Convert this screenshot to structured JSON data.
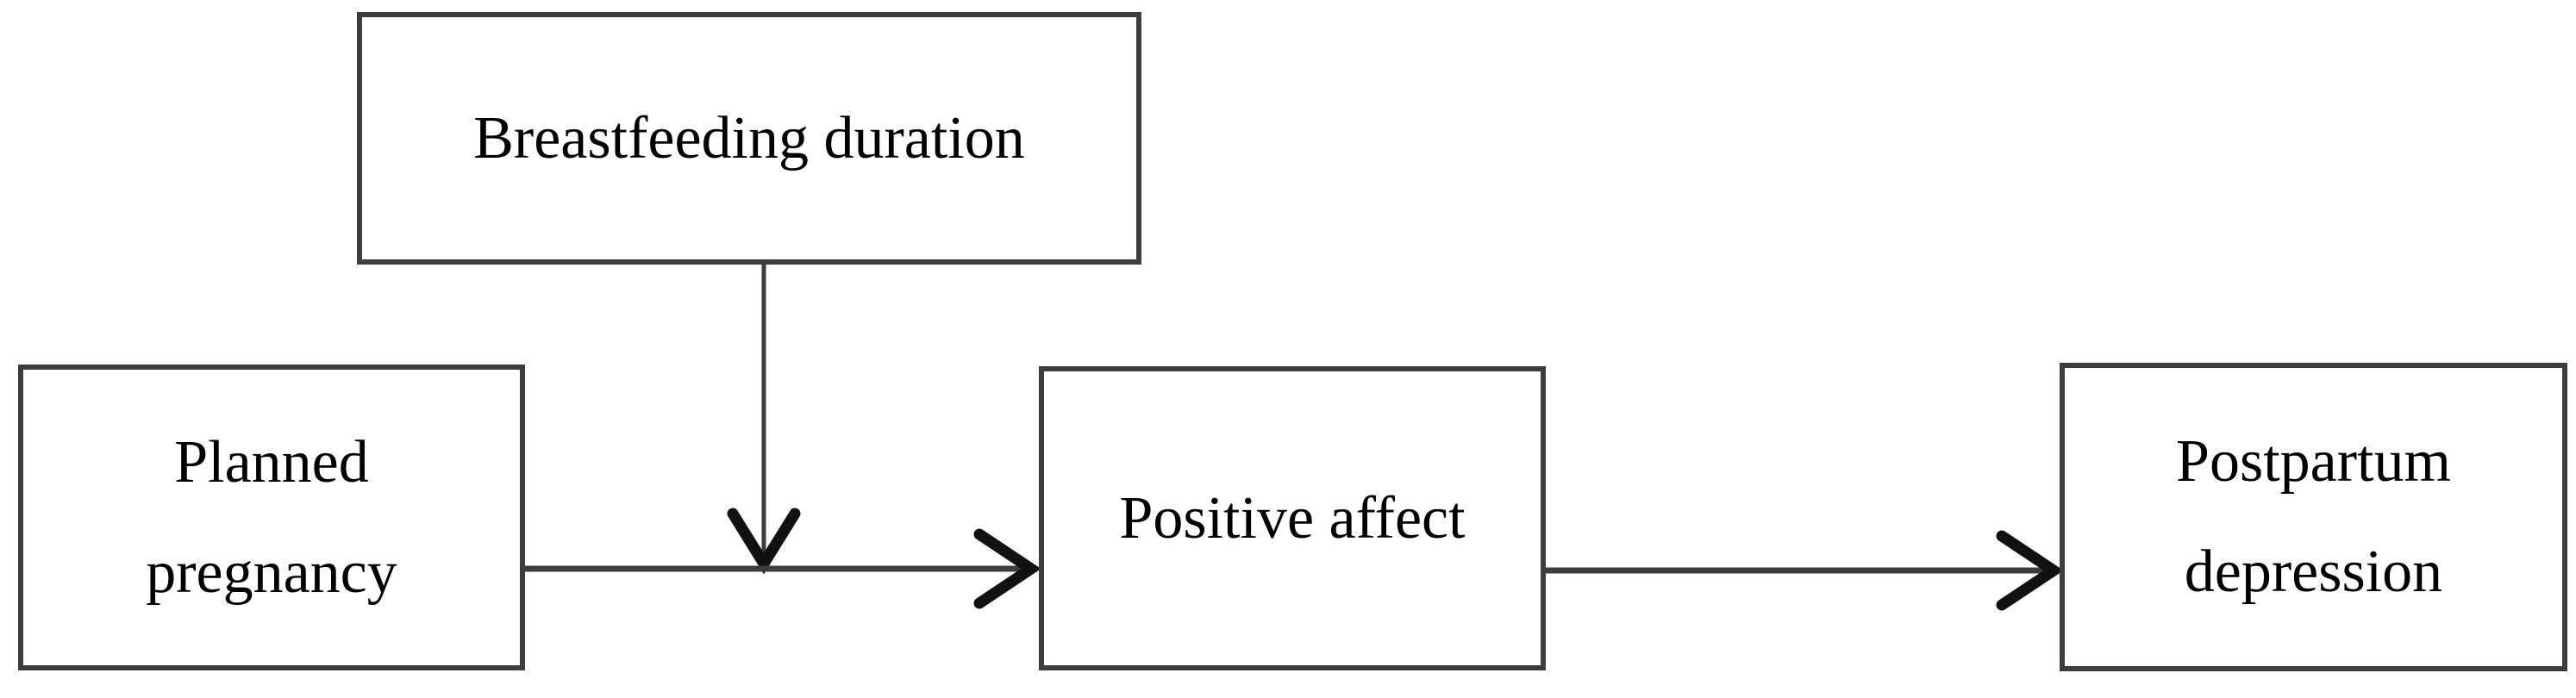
{
  "diagram": {
    "background_color": "#ffffff",
    "box_border_color": "#3d3d3d",
    "connector_color": "#3d3d3d",
    "arrowhead_color": "#111111",
    "text_color": "#000000",
    "nodes": {
      "moderator": {
        "lines": [
          "Breastfeeding duration"
        ]
      },
      "predictor": {
        "lines": [
          "Planned",
          "pregnancy"
        ]
      },
      "mediator": {
        "lines": [
          "Positive affect"
        ]
      },
      "outcome": {
        "lines": [
          "Postpartum",
          "depression"
        ]
      }
    },
    "edges": [
      {
        "from": "Planned pregnancy",
        "to": "Positive affect"
      },
      {
        "from": "Breastfeeding duration",
        "to": "Planned pregnancy → Positive affect"
      },
      {
        "from": "Positive affect",
        "to": "Postpartum depression"
      }
    ]
  }
}
